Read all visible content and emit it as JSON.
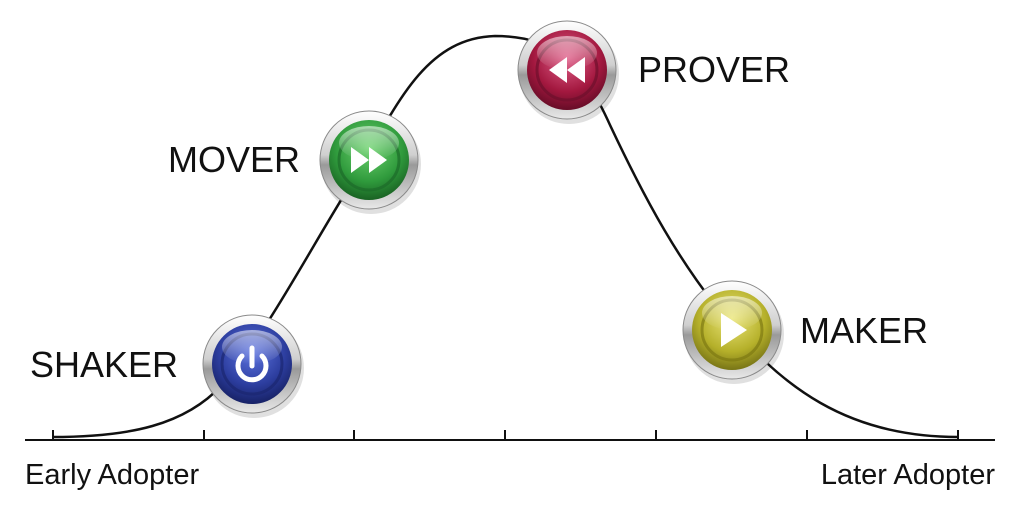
{
  "diagram": {
    "stages": [
      {
        "id": "shaker",
        "label": "SHAKER",
        "icon": "power-icon",
        "color": "#2c3d9e"
      },
      {
        "id": "mover",
        "label": "MOVER",
        "icon": "fast-forward-icon",
        "color": "#2f9a3c"
      },
      {
        "id": "prover",
        "label": "PROVER",
        "icon": "rewind-icon",
        "color": "#a3183f"
      },
      {
        "id": "maker",
        "label": "MAKER",
        "icon": "play-icon",
        "color": "#b5b02a"
      }
    ],
    "axis": {
      "left_label": "Early Adopter",
      "right_label": "Later Adopter"
    }
  }
}
